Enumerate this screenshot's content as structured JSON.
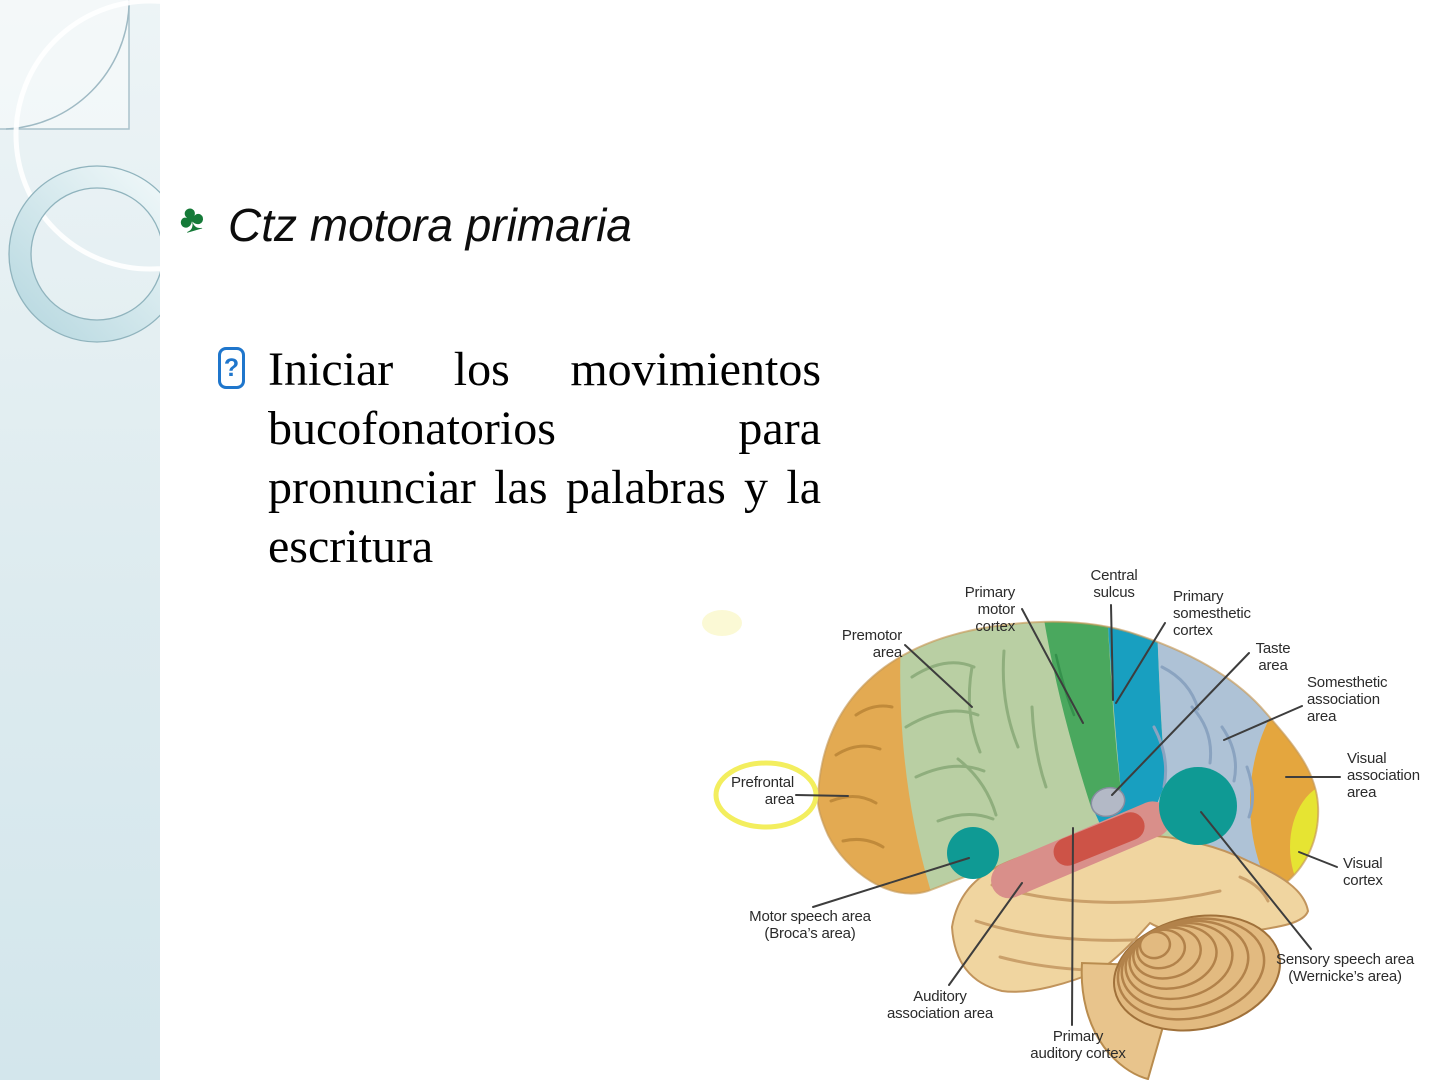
{
  "slide": {
    "title": {
      "bullet_char": "♣",
      "text": "Ctz motora primaria"
    },
    "body": {
      "bullet_char": "?",
      "lines": [
        "Iniciar los movimientos",
        "bucofonatorios para",
        "pronunciar las palabras y la",
        "escritura"
      ]
    }
  },
  "diagram": {
    "labels": {
      "premotor": {
        "line1": "Premotor",
        "line2": "area"
      },
      "primary_motor": {
        "line1": "Primary",
        "line2": "motor",
        "line3": "cortex"
      },
      "central_sulcus": {
        "line1": "Central",
        "line2": "sulcus"
      },
      "primary_somesthetic": {
        "line1": "Primary",
        "line2": "somesthetic",
        "line3": "cortex"
      },
      "taste": {
        "line1": "Taste",
        "line2": "area"
      },
      "somesthetic_association": {
        "line1": "Somesthetic",
        "line2": "association",
        "line3": "area"
      },
      "visual_association": {
        "line1": "Visual",
        "line2": "association",
        "line3": "area"
      },
      "visual_cortex": {
        "line1": "Visual",
        "line2": "cortex"
      },
      "sensory_speech": {
        "line1": "Sensory speech area",
        "line2": "(Wernicke’s area)"
      },
      "primary_auditory": {
        "line1": "Primary",
        "line2": "auditory cortex"
      },
      "auditory_association": {
        "line1": "Auditory",
        "line2": "association area"
      },
      "motor_speech": {
        "line1": "Motor speech area",
        "line2": "(Broca’s area)"
      },
      "prefrontal": {
        "line1": "Prefrontal",
        "line2": "area"
      }
    },
    "colors": {
      "prefrontal_orange": "#e3aa52",
      "premotor_green": "#b9cfa3",
      "motor_green": "#4aa85e",
      "somesthetic_cyan": "#189fc0",
      "somesthetic_association_blue": "#aec2d6",
      "visual_association_orange": "#e4a63e",
      "visual_cortex_yellow": "#e6e432",
      "speech_area_teal": "#0f9a94",
      "auditory_association_pink": "#d98f8a",
      "primary_auditory_red": "#cd5347",
      "brain_cream": "#f0d5a0",
      "cerebellum_tan": "#e2ba80",
      "highlight_yellow": "#f3ee5e"
    }
  }
}
